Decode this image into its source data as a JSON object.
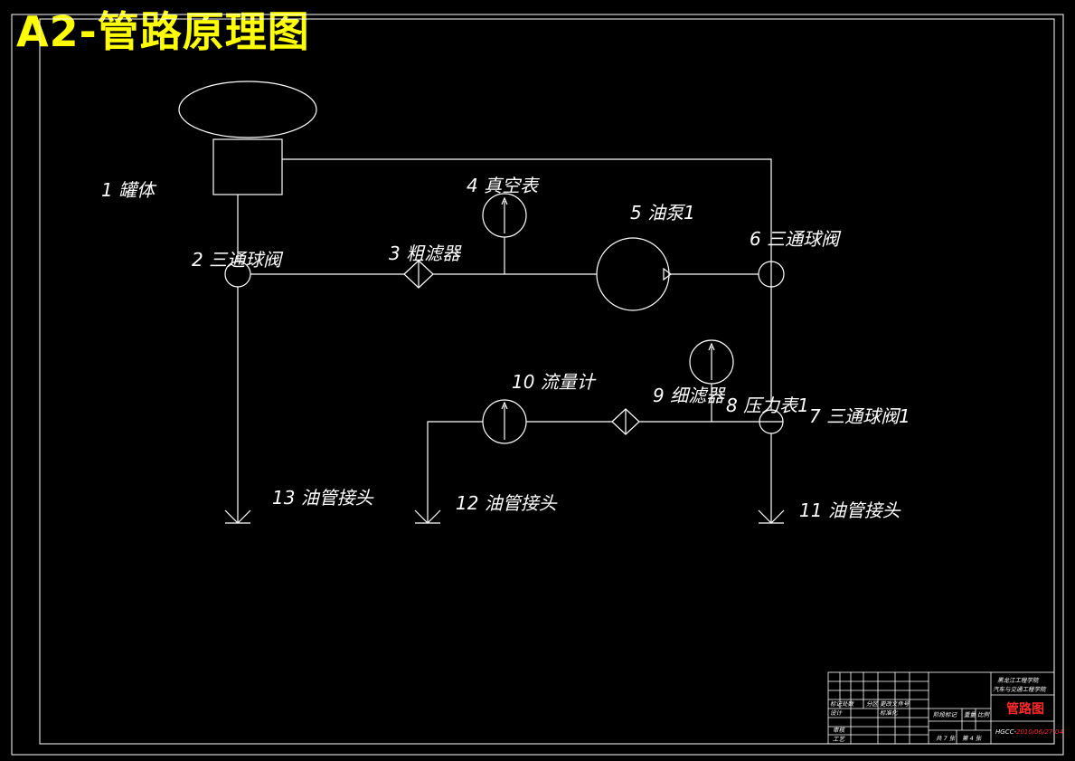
{
  "title": "A2-管路原理图",
  "colors": {
    "background": "#000000",
    "line": "#ffffff",
    "title": "#ffff00",
    "accent": "#ff2a2a"
  },
  "labels": {
    "tank": "1 罐体",
    "valve2": "2 三通球阀",
    "filter3": "3 粗滤器",
    "gauge4": "4 真空表",
    "pump5": "5 油泵1",
    "valve6": "6 三通球阀",
    "valve7": "7 三通球阀1",
    "gauge8": "8 压力表1",
    "filter9": "9 细滤器",
    "meter10": "10 流量计",
    "joint11": "11 油管接头",
    "joint12": "12 油管接头",
    "joint13": "13 油管接头"
  },
  "title_block": {
    "school_line1": "黑龙江工程学院",
    "school_line2": "汽车与交通工程学院",
    "drawing_name": "管路图",
    "code": "HGCC-",
    "code_red": "2010/06/27-04",
    "row_mark": "标记处数",
    "row_mark2": "分区",
    "row_change": "更改文件号",
    "row_design": "设计",
    "row_std": "标准化",
    "row_check": "审核",
    "row_process": "工艺",
    "stage": "阶段标记",
    "weight": "重量",
    "scale": "比例",
    "sheets_total": "共 7 张",
    "sheet_no": "第 4 张"
  }
}
